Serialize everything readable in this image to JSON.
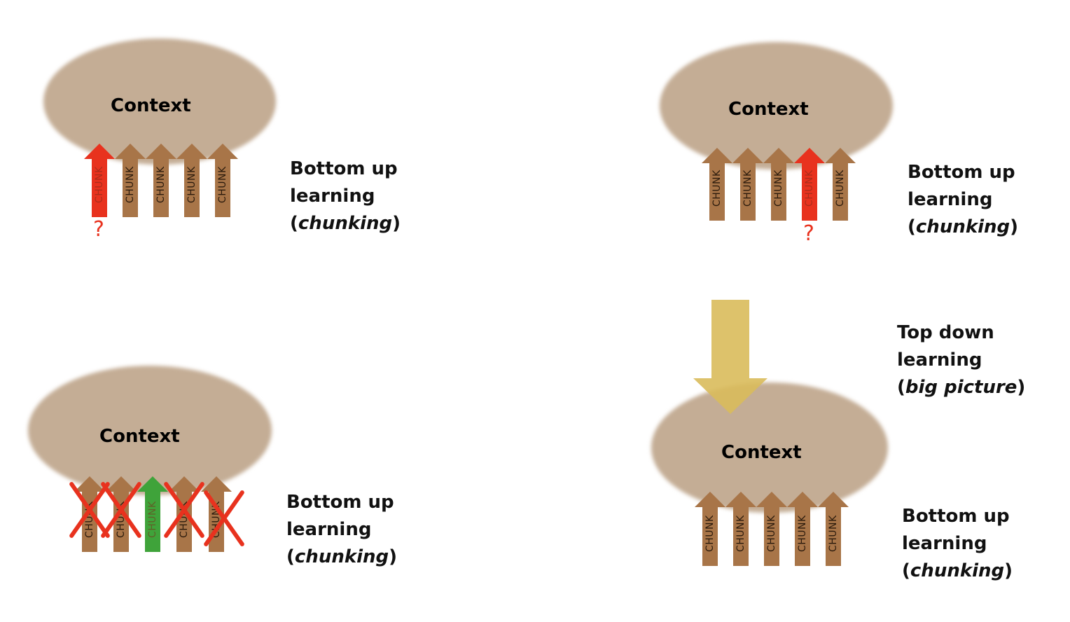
{
  "context_label": "Context",
  "chunk_label": "CHUNK",
  "question_mark": "?",
  "bottom_up": {
    "line1": "Bottom up",
    "line2": "learning",
    "open": "(",
    "term": "chunking",
    "close": ")"
  },
  "top_down": {
    "line1": "Top down",
    "line2": "learning",
    "open": "(",
    "term": "big picture",
    "close": ")"
  },
  "colors": {
    "context": "#c4ad95",
    "chunk": "#a87548",
    "highlight": "#e8321e",
    "accepted": "#3fa33a",
    "top_down_arrow": "#d9bb5b"
  }
}
